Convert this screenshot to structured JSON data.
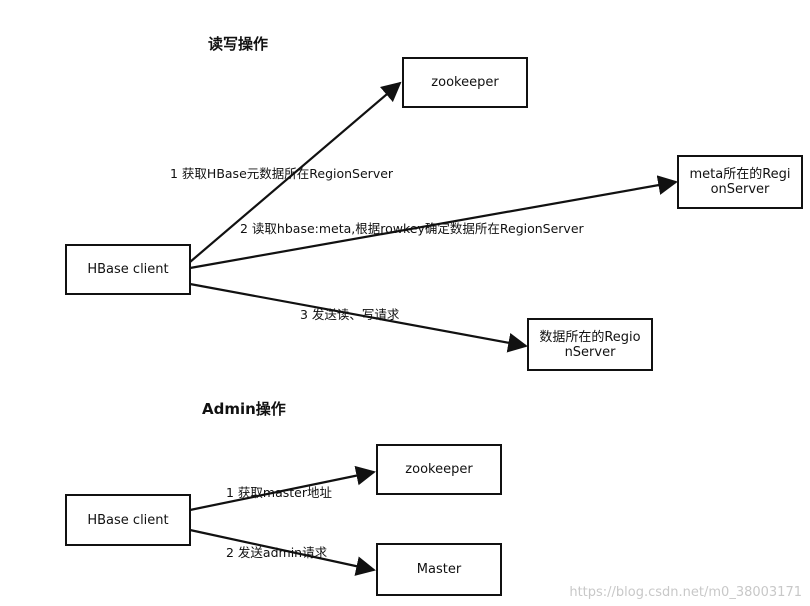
{
  "sections": {
    "read_write_title": "读写操作",
    "admin_title": "Admin操作"
  },
  "read_write": {
    "client": "HBase client",
    "zookeeper": "zookeeper",
    "meta_server": [
      "meta所在的Regi",
      "onServer"
    ],
    "data_server": [
      "数据所在的Regio",
      "nServer"
    ],
    "edges": {
      "step1": "1 获取HBase元数据所在RegionServer",
      "step2": "2 读取hbase:meta,根据rowkey确定数据所在RegionServer",
      "step3": "3 发送读、写请求"
    }
  },
  "admin": {
    "client": "HBase client",
    "zookeeper": "zookeeper",
    "master": "Master",
    "edges": {
      "step1": "1 获取master地址",
      "step2": "2 发送admin请求"
    }
  },
  "watermark": "https://blog.csdn.net/m0_38003171"
}
